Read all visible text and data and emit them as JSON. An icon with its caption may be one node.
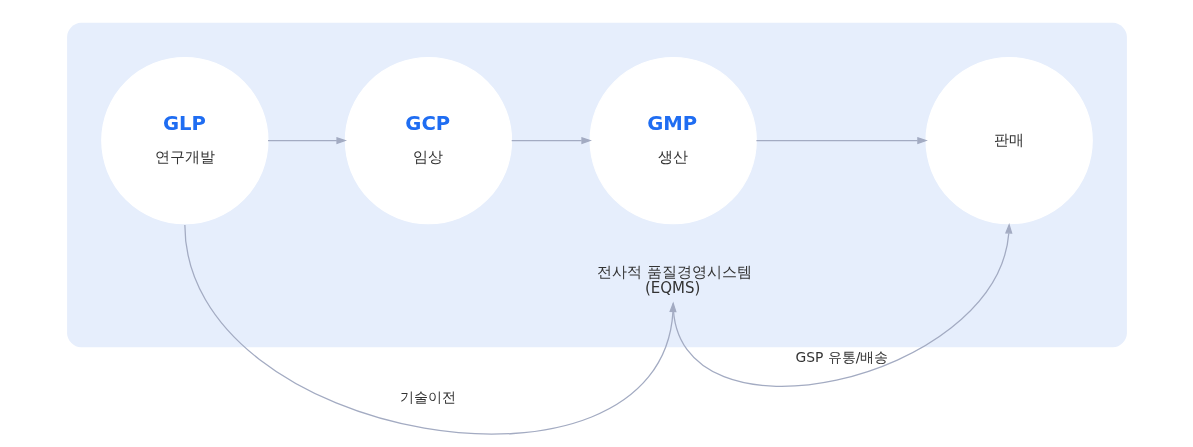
{
  "diagram": {
    "nodes": [
      {
        "text": [],
        "shape": "band"
      },
      {
        "text": [
          "GLP",
          "연구개발"
        ],
        "in": 0
      },
      {
        "text": [
          "GCP",
          "임상"
        ],
        "in": 0
      },
      {
        "text": [
          "GMP",
          "생산"
        ],
        "in": 0
      },
      {
        "text": [
          "판매"
        ],
        "in": 0
      },
      {
        "text": [
          "전사적 품질경영시스템 (EQMS)"
        ],
        "in": 0
      }
    ],
    "edges": [
      {
        "from": 1,
        "to": 2,
        "arrow": "to"
      },
      {
        "from": 2,
        "to": 3,
        "arrow": "to"
      },
      {
        "from": 3,
        "to": 4,
        "arrow": "to"
      },
      {
        "from": 1,
        "to": 5,
        "arrow": "to",
        "label": "기술이전"
      },
      {
        "from": 5,
        "to": 4,
        "arrow": "to",
        "label": "GSP 유통/배송"
      }
    ]
  }
}
